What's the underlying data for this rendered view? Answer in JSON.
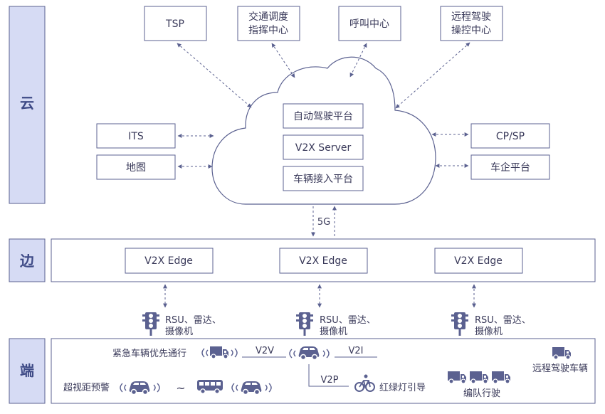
{
  "colors": {
    "stroke": "#5b6190",
    "layer_fill": "#d6dbf4",
    "layer_text": "#3e4a86",
    "text": "#3a3a5a",
    "icon": "#5b6190"
  },
  "layers": {
    "cloud": "云",
    "edge": "边",
    "terminal": "端"
  },
  "cloud_services": {
    "tsp": "TSP",
    "traffic_dispatch": [
      "交通调度",
      "指挥中心"
    ],
    "call_center": "呼叫中心",
    "remote_driving_center": [
      "远程驾驶",
      "操控中心"
    ],
    "its": "ITS",
    "map": "地图",
    "cp_sp": "CP/SP",
    "automaker_platform": "车企平台"
  },
  "cloud_core": {
    "autonomous_platform": "自动驾驶平台",
    "v2x_server": "V2X Server",
    "vehicle_access": "车辆接入平台"
  },
  "link_5g": "5G",
  "edge_nodes": [
    "V2X Edge",
    "V2X Edge",
    "V2X Edge"
  ],
  "roadside": {
    "line1": "RSU、雷达、",
    "line2": "摄像机"
  },
  "terminal": {
    "emergency_priority": "紧急车辆优先通行",
    "v2v": "V2V",
    "v2i": "V2I",
    "v2p": "V2P",
    "beyond_visual_warning": "超视距预警",
    "traffic_light_guidance": "红绿灯引导",
    "platooning": "编队行驶",
    "remote_driving_vehicle": "远程驾驶车辆",
    "tilde": "~"
  },
  "icons": {
    "traffic_light": "traffic-light-icon",
    "car": "car-icon",
    "truck": "truck-icon",
    "bus": "bus-icon",
    "bicycle": "bicycle-icon",
    "signal": "signal-waves-icon"
  }
}
